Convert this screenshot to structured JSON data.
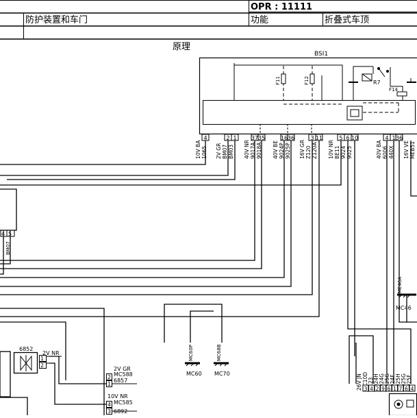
{
  "header": {
    "opr": "OPR : 11111",
    "category": "防护装置和车门",
    "function_label": "功能",
    "function_value": "折叠式车顶"
  },
  "diagram": {
    "section_title": "原理",
    "main_unit": {
      "code": "BSI1",
      "fuses": [
        "F11",
        "F12",
        "F14"
      ],
      "relay": "R7",
      "pins": [
        "4",
        "2",
        "1",
        "37",
        "35",
        "16",
        "36",
        "3",
        "11",
        "5",
        "6",
        "10",
        "4",
        "1",
        "36"
      ]
    },
    "wire_groups": [
      {
        "id": "w1",
        "lines": [
          "10V BA",
          "1065"
        ]
      },
      {
        "id": "w2",
        "lines": [
          "2V GR",
          "BM07",
          "BM03"
        ]
      },
      {
        "id": "w3",
        "lines": [
          "40V NR",
          "9017A",
          "9018A"
        ]
      },
      {
        "id": "w4",
        "lines": [
          "40V BE",
          "9024P",
          "9025P"
        ]
      },
      {
        "id": "w5",
        "lines": [
          "16V GR",
          "Z120",
          "Z120A"
        ]
      },
      {
        "id": "w6",
        "lines": [
          "10V NR",
          "BE11",
          "9024",
          "9025"
        ]
      },
      {
        "id": "w7",
        "lines": [
          "40V BA",
          "6006",
          "440X"
        ]
      },
      {
        "id": "w8",
        "lines": [
          "16V VE",
          "MEB51"
        ]
      }
    ],
    "left_connector": {
      "pins": [
        "4",
        "5"
      ],
      "wire_label": "BM07"
    },
    "ground_points": [
      {
        "id": "g1",
        "tag": "ME46A",
        "name": "MC46"
      },
      {
        "id": "g2",
        "tag": "MC60P",
        "name": "MC60"
      },
      {
        "id": "g3",
        "tag": "MC68B",
        "name": "MC70"
      }
    ],
    "component_6852": {
      "code": "6852",
      "wire": "2V NR",
      "pins": [
        "1",
        "2"
      ]
    },
    "lower_connector": {
      "pins": [
        "2",
        "1",
        "4",
        "3"
      ],
      "wire_a": "2V GR",
      "label_a1": "MC588",
      "label_a2": "6857",
      "wire_b": "10V NR",
      "label_b1": "MC585",
      "label_b2": "6892"
    },
    "bottom_right": {
      "wire": "26V JN",
      "labels": [
        "MC10D",
        "Z123",
        "9024H",
        "9024G",
        "9025G",
        "9024F",
        "9025H",
        "9025G",
        "9025F"
      ],
      "pins": [
        "3",
        "4",
        "2",
        "9",
        "6",
        "1",
        "7",
        "6",
        "4"
      ]
    }
  }
}
